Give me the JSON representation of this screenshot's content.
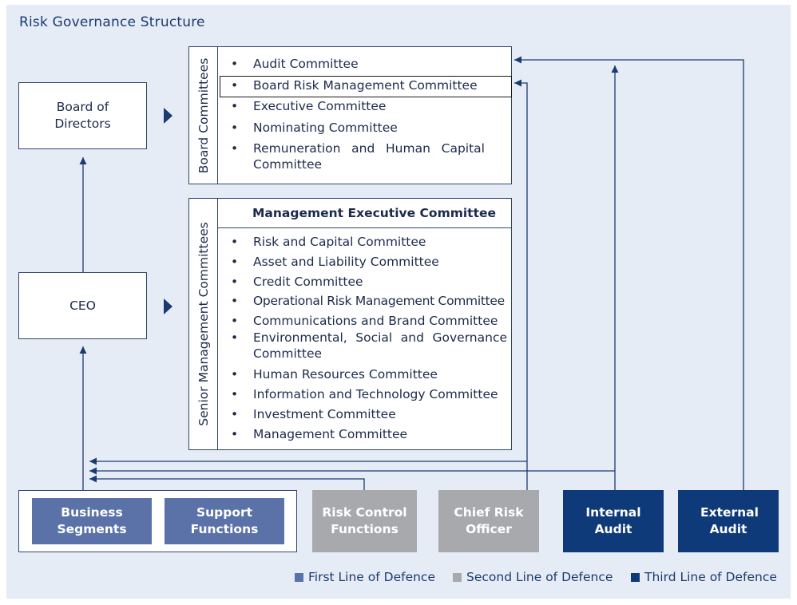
{
  "title": "Risk Governance Structure",
  "board": "Board of Directors",
  "ceo": "CEO",
  "board_committees": {
    "label": "Board Committees",
    "items": [
      "Audit Committee",
      "Board Risk Management Committee",
      "Executive Committee",
      "Nominating Committee",
      "Remuneration and Human Capital Committee"
    ]
  },
  "senior_committees": {
    "label": "Senior Management Committees",
    "header": "Management Executive Committee",
    "items": [
      "Risk and Capital Committee",
      "Asset and Liability Committee",
      "Credit Committee",
      "Operational Risk Management Committee",
      "Communications and Brand Committee",
      "Environmental, Social and Governance Committee",
      "Human Resources Committee",
      "Information and Technology Committee",
      "Investment Committee",
      "Management Committee"
    ]
  },
  "tiles": {
    "business_segments": "Business Segments",
    "support_functions": "Support Functions",
    "risk_control_functions": "Risk Control Functions",
    "chief_risk_officer": "Chief Risk Officer",
    "internal_audit": "Internal Audit",
    "external_audit": "External Audit"
  },
  "legend": {
    "first": "First Line of Defence",
    "second": "Second Line of Defence",
    "third": "Third Line of Defence"
  },
  "colors": {
    "first_line": "#5a72a8",
    "second_line": "#a8a9ac",
    "third_line": "#0e3a7a",
    "connector": "#1b3a70",
    "background": "#e6ecf6"
  }
}
